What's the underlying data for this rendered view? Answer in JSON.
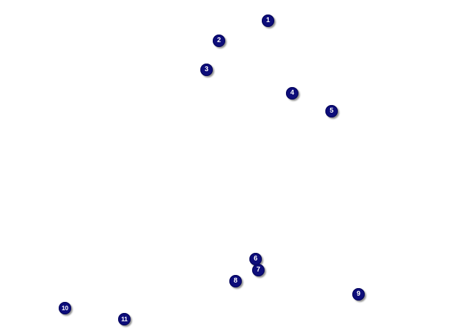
{
  "map": {
    "marker_color": "#0d0d7a",
    "marker_text_color": "#ffffff",
    "background_color": "#ffffff",
    "markers": [
      {
        "label": "1"
      },
      {
        "label": "2"
      },
      {
        "label": "3"
      },
      {
        "label": "4"
      },
      {
        "label": "5"
      },
      {
        "label": "6"
      },
      {
        "label": "7"
      },
      {
        "label": "8"
      },
      {
        "label": "9"
      },
      {
        "label": "10"
      },
      {
        "label": "11"
      }
    ]
  }
}
